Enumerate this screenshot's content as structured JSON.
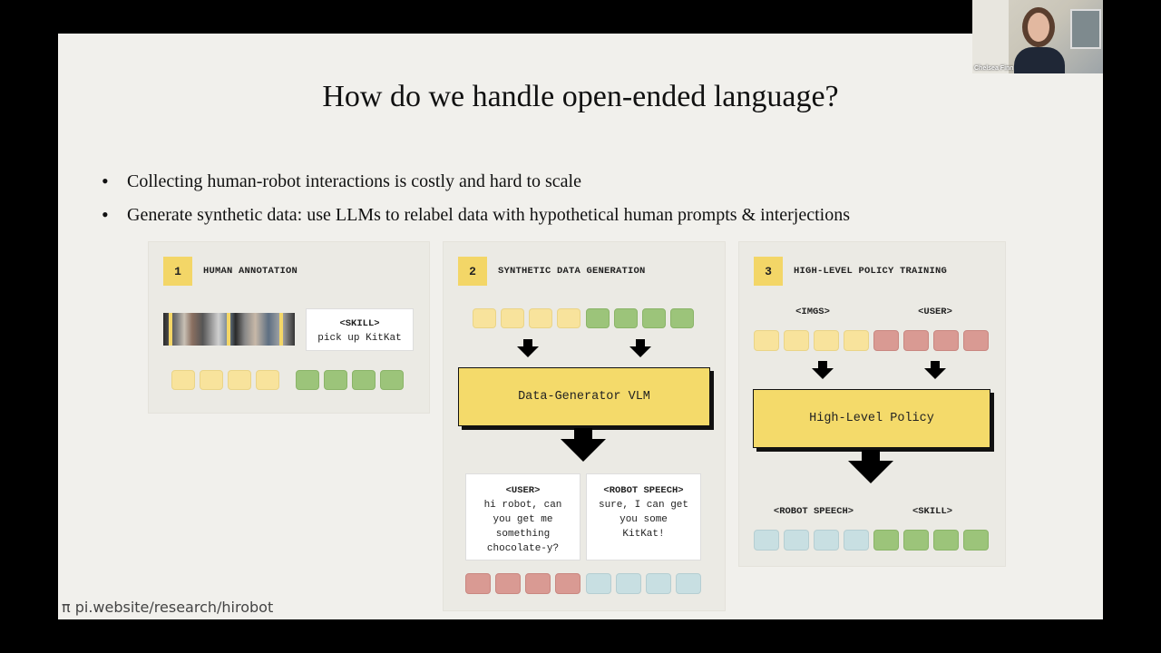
{
  "slide": {
    "title": "How do we handle open-ended language?",
    "bullets": [
      "Collecting human-robot interactions is costly and hard to scale",
      "Generate synthetic data: use LLMs to relabel data with hypothetical human prompts & interjections"
    ],
    "panels": [
      {
        "number": "1",
        "title": "HUMAN ANNOTATION",
        "skill_tag": "<SKILL>",
        "skill_text": "pick up KitKat"
      },
      {
        "number": "2",
        "title": "SYNTHETIC DATA GENERATION",
        "model_label": "Data-Generator VLM",
        "user_tag": "<USER>",
        "user_text": "hi robot, can you get me something chocolate-y?",
        "robot_tag": "<ROBOT SPEECH>",
        "robot_text": "sure, I can get you some KitKat!"
      },
      {
        "number": "3",
        "title": "HIGH-LEVEL POLICY TRAINING",
        "imgs_tag": "<IMGS>",
        "user_tag": "<USER>",
        "model_label": "High-Level Policy",
        "robot_tag": "<ROBOT SPEECH>",
        "skill_tag": "<SKILL>"
      }
    ],
    "footer": "π pi.website/research/hirobot"
  },
  "video": {
    "speaker_name": "Chelsea Finn"
  },
  "colors": {
    "slide_bg": "#f1f0ec",
    "accent_yellow": "#f3d667",
    "token_yellow": "#f8e39c",
    "token_green": "#9cc47a",
    "token_red": "#d99a93",
    "token_blue": "#c8dfe2"
  }
}
